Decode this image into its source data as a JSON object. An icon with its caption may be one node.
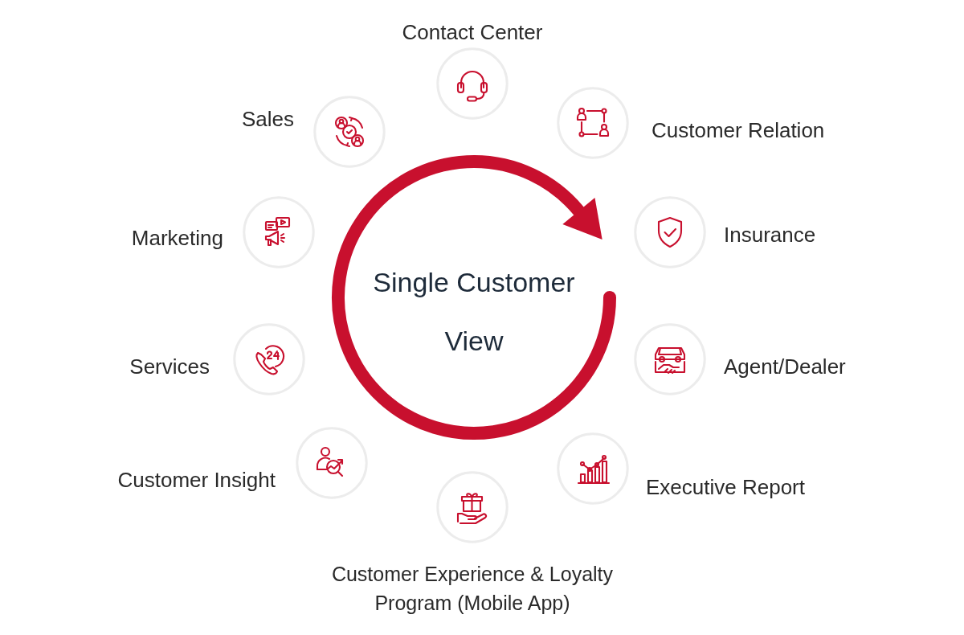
{
  "diagram": {
    "nodes": [
      {
        "text": [
          "Single Customer View"
        ]
      },
      {
        "text": [
          "Contact Center"
        ]
      },
      {
        "text": [
          "Customer Relation"
        ]
      },
      {
        "text": [
          "Insurance"
        ]
      },
      {
        "text": [
          "Agent/Dealer"
        ]
      },
      {
        "text": [
          "Executive Report"
        ]
      },
      {
        "text": [
          "Customer Experience & Loyalty Program (Mobile App)"
        ]
      },
      {
        "text": [
          "Customer Insight"
        ]
      },
      {
        "text": [
          "Services"
        ]
      },
      {
        "text": [
          "Marketing"
        ]
      },
      {
        "text": [
          "Sales"
        ]
      }
    ]
  }
}
